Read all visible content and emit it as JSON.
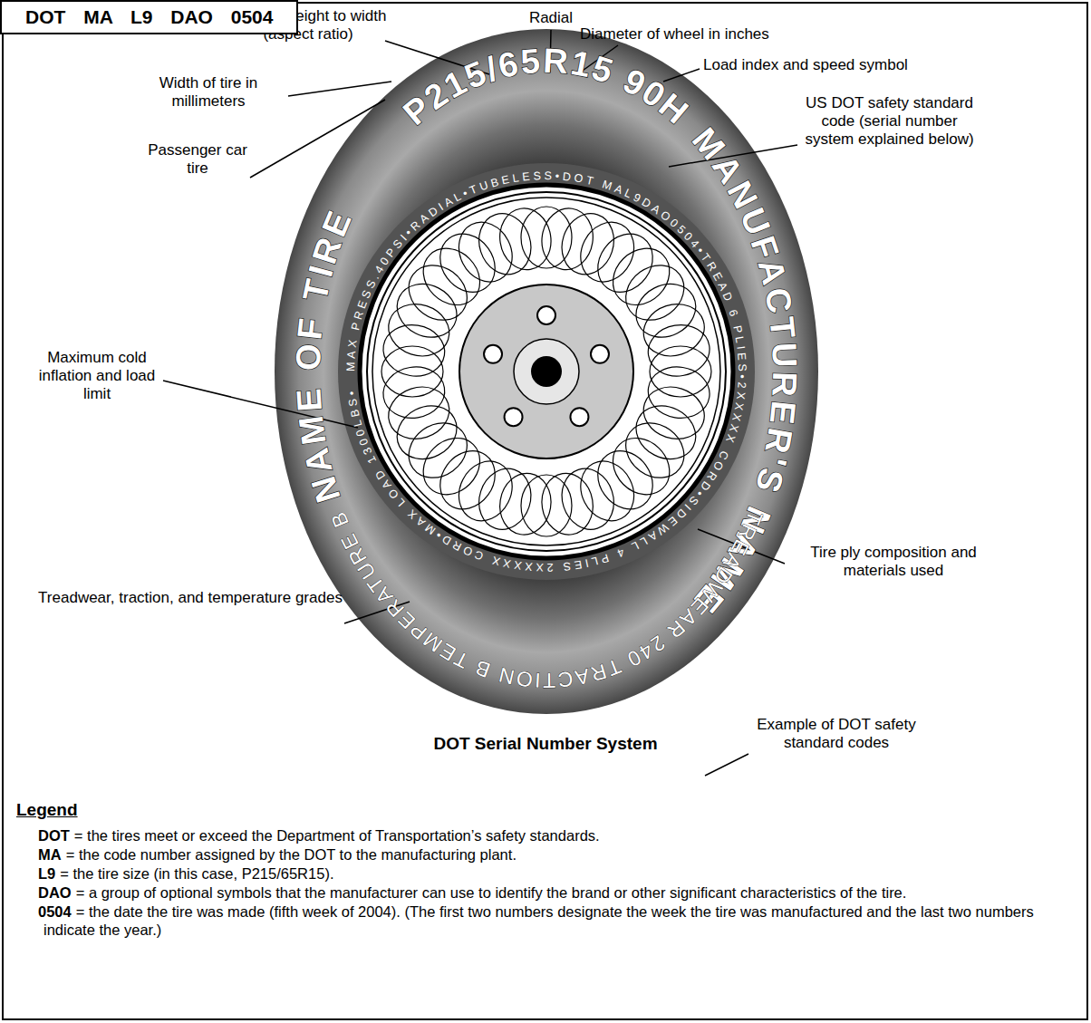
{
  "diagram": {
    "title": "DOT Serial Number System",
    "nodes": [
      {
        "text": [
          "DOT MA L9 DAO 0504"
        ]
      }
    ],
    "labels": [
      "Radial",
      "Ratio of height to width (aspect ratio)",
      "Diameter of wheel in inches",
      "Width of tire in millimeters",
      "Load index and speed symbol",
      "P215/65R15 90H",
      "US DOT safety standard code (serial number system explained below)",
      "Passenger car tire",
      "NAME OF TIRE",
      "MANUFACTURER'S NAME",
      "MAX PRESS.40PSI•RADIAL•TUBELESS•DOT MAL9DAO0504•TREAD 6 PLIES•2XXXXX CORD•SIDEWALL 4 PLIES 2XXXXX CORD•MAX LOAD 1300LBS•",
      "Maximum cold inflation and load limit",
      "Tire ply composition and materials used",
      "TREADWEAR 240 TRACTION B TEMPERATURE B",
      "Treadwear, traction, and temperature grades",
      "Example of DOT safety standard codes",
      "Legend",
      "DOT",
      "= the tires meet or exceed the Department of Transportation’s safety standards.",
      "MA",
      "= the code number assigned by the DOT to the manufacturing plant.",
      "L9",
      "= the tire size (in this case, P215/65R15).",
      "DAO",
      "= a group of optional symbols that the manufacturer can use to identify the brand or other significant characteristics of the tire.",
      "0504",
      "= the date the tire was made (fifth week of 2004). (The first two numbers designate the week the tire was manufactured and the last two numbers indicate the year.)"
    ]
  }
}
